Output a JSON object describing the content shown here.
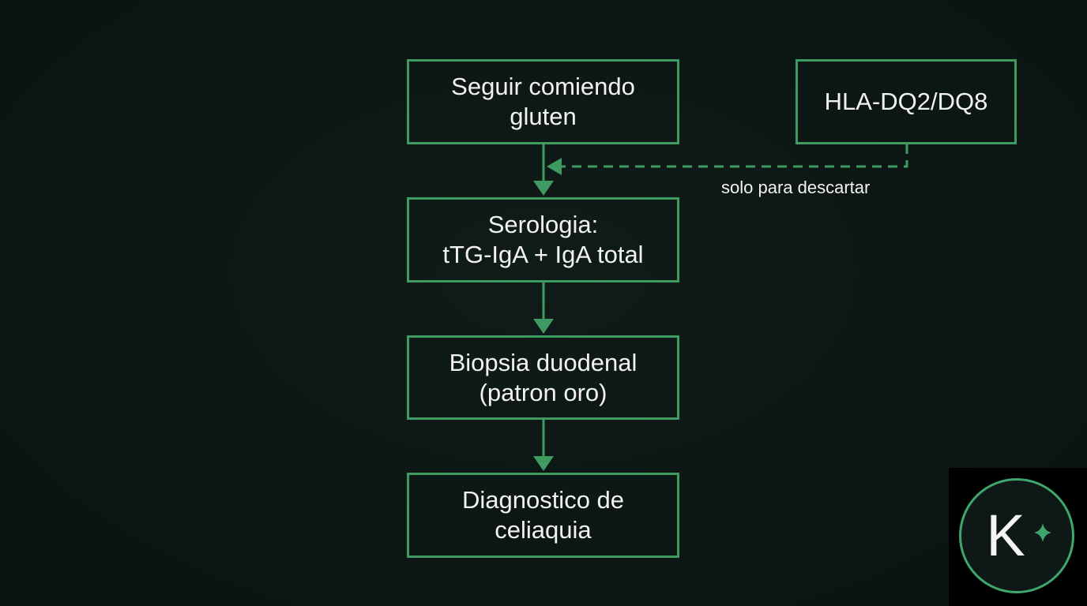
{
  "diagram": {
    "nodes": [
      {
        "id": "gluten",
        "lines": [
          "Seguir comiendo",
          "gluten"
        ]
      },
      {
        "id": "serology",
        "lines": [
          "Serologia:",
          "tTG-IgA + IgA total"
        ]
      },
      {
        "id": "biopsy",
        "lines": [
          "Biopsia duodenal",
          "(patron oro)"
        ]
      },
      {
        "id": "diagnosis",
        "lines": [
          "Diagnostico de",
          "celiaquia"
        ]
      },
      {
        "id": "hla",
        "lines": [
          "HLA-DQ2/DQ8"
        ]
      }
    ],
    "edges": [
      {
        "from": "gluten",
        "to": "serology",
        "style": "solid"
      },
      {
        "from": "serology",
        "to": "biopsy",
        "style": "solid"
      },
      {
        "from": "biopsy",
        "to": "diagnosis",
        "style": "solid"
      },
      {
        "from": "hla",
        "to": "gluten-serology-link",
        "style": "dashed",
        "label": "solo para descartar"
      }
    ]
  },
  "colors": {
    "background": "#0c1614",
    "accent": "#3f9a62",
    "text": "#f2f2f2"
  },
  "logo": {
    "letter": "K",
    "icon": "sparkle-icon"
  }
}
